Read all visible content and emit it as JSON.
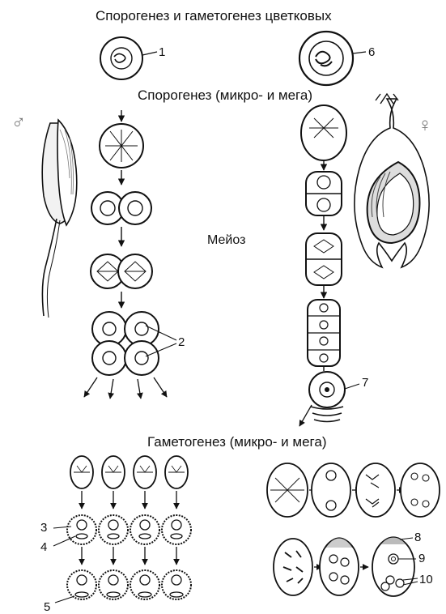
{
  "title": "Спорогенез и гаметогенез цветковых",
  "sporogenesis_label": "Спорогенез (микро- и мега)",
  "meiosis_label": "Мейоз",
  "gametogenesis_label": "Гаметогенез (микро- и мега)",
  "male_symbol": "♂",
  "female_symbol": "♀",
  "callouts": [
    "1",
    "2",
    "3",
    "4",
    "5",
    "6",
    "7",
    "8",
    "9",
    "10"
  ]
}
